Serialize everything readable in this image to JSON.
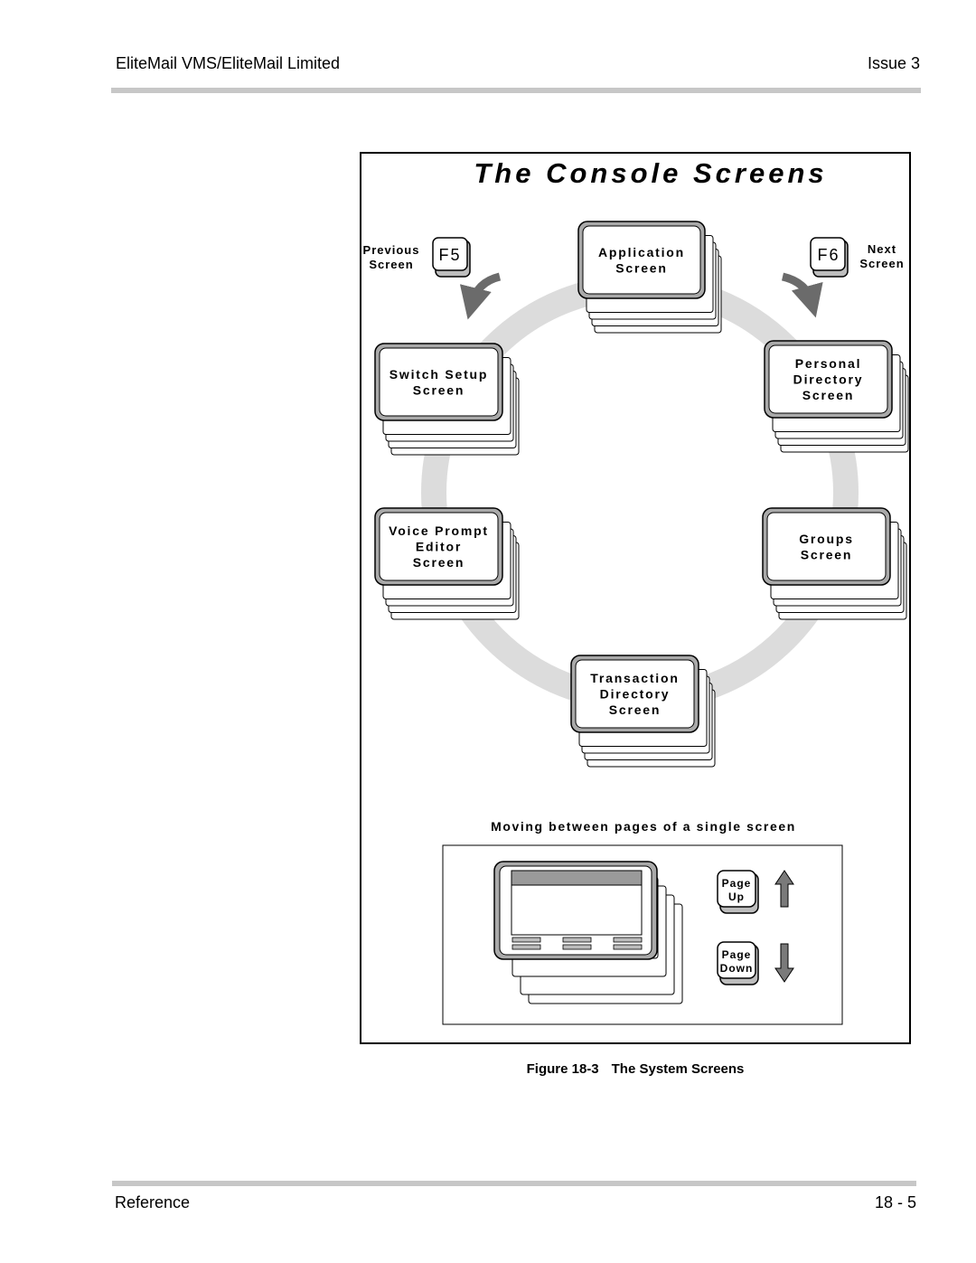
{
  "header": {
    "title": "EliteMail VMS/EliteMail Limited",
    "issue": "Issue 3"
  },
  "figure": {
    "title": "The Console Screens",
    "nav": {
      "previous_line1": "Previous",
      "previous_line2": "Screen",
      "f5_key": "F5",
      "next_line1": "Next",
      "next_line2": "Screen",
      "f6_key": "F6"
    },
    "screens": {
      "application": [
        "Application",
        "Screen"
      ],
      "switch_setup": [
        "Switch Setup",
        "Screen"
      ],
      "personal_directory": [
        "Personal",
        "Directory",
        "Screen"
      ],
      "voice_prompt_editor": [
        "Voice Prompt",
        "Editor",
        "Screen"
      ],
      "groups": [
        "Groups",
        "Screen"
      ],
      "transaction_directory": [
        "Transaction",
        "Directory",
        "Screen"
      ]
    },
    "paging": {
      "heading": "Moving between pages of a single screen",
      "page_up": [
        "Page",
        "Up"
      ],
      "page_down": [
        "Page",
        "Down"
      ]
    }
  },
  "caption": {
    "number": "Figure 18-3",
    "text": "The System Screens"
  },
  "footer": {
    "section": "Reference",
    "page": "18 - 5"
  }
}
